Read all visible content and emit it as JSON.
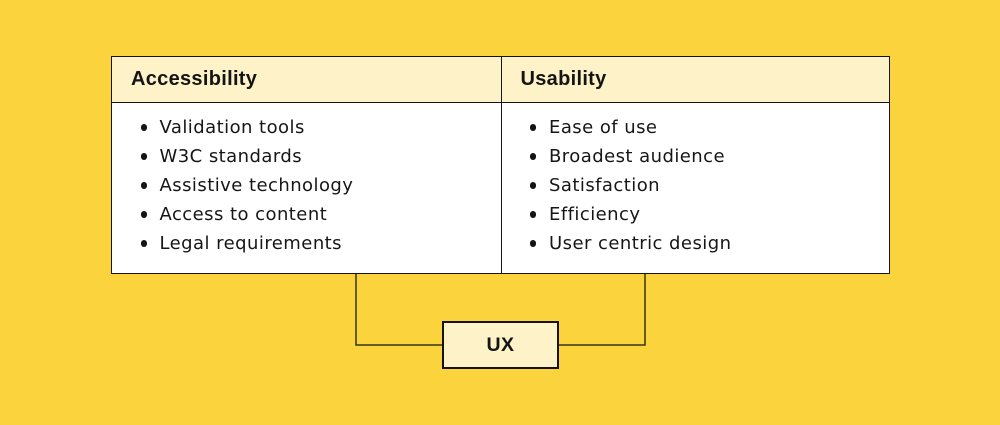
{
  "canvas": {
    "background_color": "#fbd33d"
  },
  "table": {
    "columns": [
      {
        "header": "Accessibility",
        "items": [
          "Validation tools",
          "W3C standards",
          "Assistive technology",
          "Access to content",
          "Legal requirements"
        ]
      },
      {
        "header": "Usability",
        "items": [
          "Ease of use",
          "Broadest audience",
          "Satisfaction",
          "Efficiency",
          "User centric design"
        ]
      }
    ],
    "header_background_color": "#fdf2c8",
    "body_background_color": "#ffffff",
    "border_color": "#141414"
  },
  "ux_box": {
    "label": "UX",
    "background_color": "#fdf2c8",
    "border_color": "#141414"
  }
}
